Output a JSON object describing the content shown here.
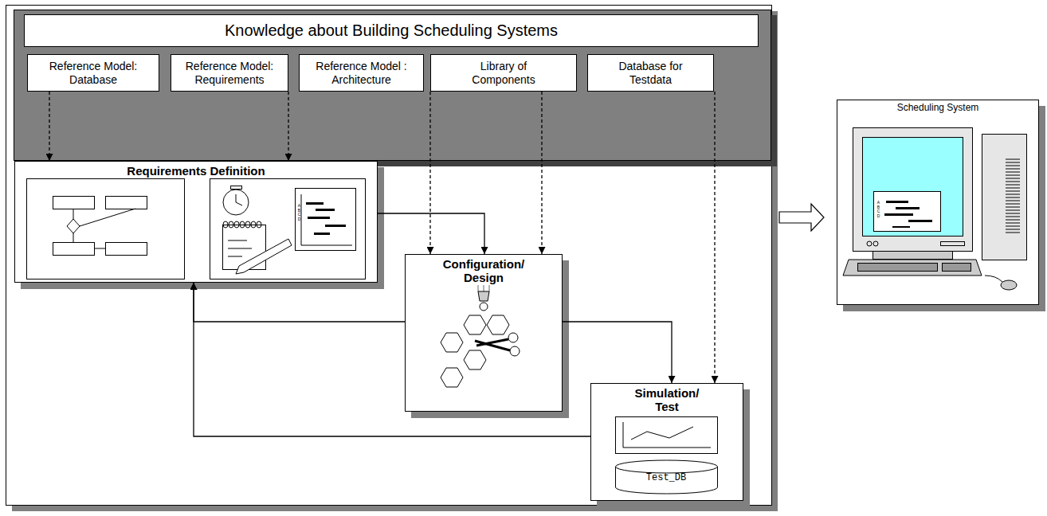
{
  "diagram": {
    "nodes": [
      {
        "text": [
          "Knowledge about Building Scheduling Systems"
        ]
      },
      {
        "text": [
          "Reference Model: Database"
        ],
        "in": 0
      },
      {
        "text": [
          "Reference Model: Requirements"
        ],
        "in": 0
      },
      {
        "text": [
          "Reference Model : Architecture"
        ],
        "in": 0
      },
      {
        "text": [
          "Library of Components"
        ],
        "in": 0
      },
      {
        "text": [
          "Database for Testdata"
        ],
        "in": 0
      },
      {
        "text": [
          "Requirements Definition"
        ]
      },
      {
        "text": [
          "Configuration/ Design"
        ]
      },
      {
        "text": [
          "Simulation/ Test"
        ]
      },
      {
        "text": [
          "Scheduling System"
        ]
      }
    ],
    "edges": [
      {
        "from": 1,
        "to": 6,
        "arrow": "to"
      },
      {
        "from": 2,
        "to": 6,
        "arrow": "to"
      },
      {
        "from": 3,
        "to": 7,
        "arrow": "to"
      },
      {
        "from": 4,
        "to": 7,
        "arrow": "to"
      },
      {
        "from": 5,
        "to": 8,
        "arrow": "to"
      },
      {
        "from": 6,
        "to": 7,
        "arrow": "to"
      },
      {
        "from": 7,
        "to": 6,
        "arrow": "to"
      },
      {
        "from": 7,
        "to": 8,
        "arrow": "to"
      },
      {
        "from": 8,
        "to": 6,
        "arrow": "to"
      }
    ],
    "labels": [
      "Test_DB",
      "ABCD",
      "ABCD"
    ]
  }
}
